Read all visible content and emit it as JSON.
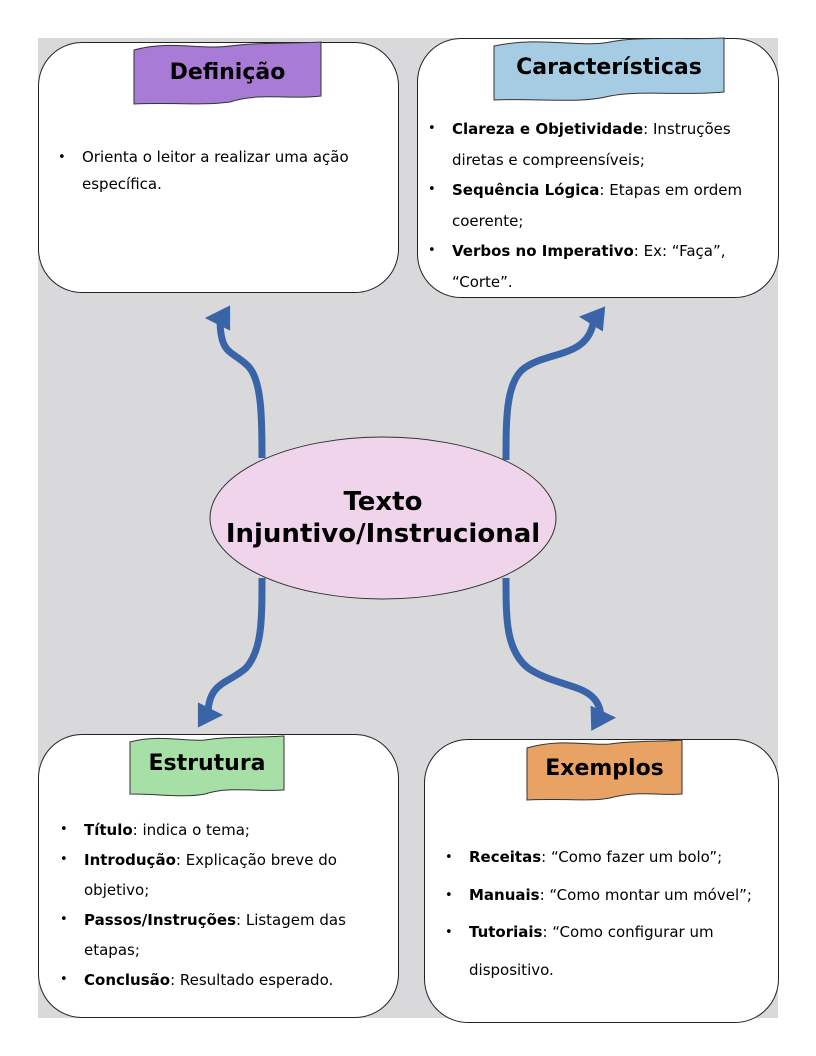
{
  "center": {
    "line1": "Texto",
    "line2": "Injuntivo/Instrucional"
  },
  "colors": {
    "background": "#d9d9db",
    "center_fill": "#f0d4ec",
    "arrow": "#3965a8",
    "definicao": "#a87bd6",
    "caracteristicas": "#a6cce3",
    "estrutura": "#a6e0a6",
    "exemplos": "#e8a264"
  },
  "definicao": {
    "title": "Definição",
    "items": [
      {
        "bold": "",
        "text": "Orienta o leitor a realizar uma ação específica."
      }
    ]
  },
  "caracteristicas": {
    "title": "Características",
    "items": [
      {
        "bold": "Clareza e Objetividade",
        "text": ": Instruções diretas e compreensíveis;"
      },
      {
        "bold": "Sequência Lógica",
        "text": ": Etapas em ordem coerente;"
      },
      {
        "bold": "Verbos no Imperativo",
        "text": ": Ex: “Faça”, “Corte”."
      }
    ]
  },
  "estrutura": {
    "title": "Estrutura",
    "items": [
      {
        "bold": "Título",
        "text": ": indica o tema;"
      },
      {
        "bold": "Introdução",
        "text": ": Explicação breve do objetivo;"
      },
      {
        "bold": "Passos/Instruções",
        "text": ": Listagem das etapas;"
      },
      {
        "bold": "Conclusão",
        "text": ": Resultado esperado."
      }
    ]
  },
  "exemplos": {
    "title": "Exemplos",
    "items": [
      {
        "bold": "Receitas",
        "text": ": “Como fazer um bolo”;"
      },
      {
        "bold": "Manuais",
        "text": ": “Como montar um móvel”;"
      },
      {
        "bold": "Tutoriais",
        "text": ": “Como configurar um dispositivo."
      }
    ]
  }
}
